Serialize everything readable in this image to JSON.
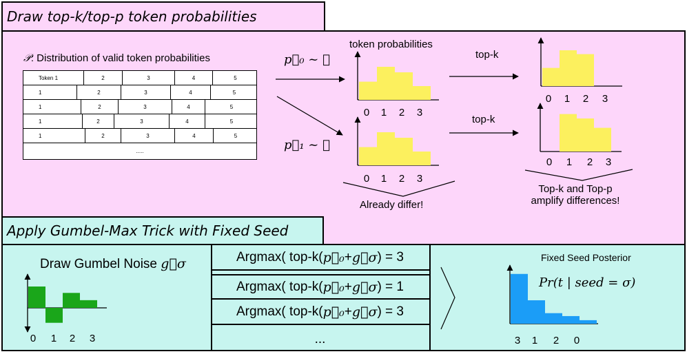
{
  "titles": {
    "top": "Draw top-k/top-p token probabilities",
    "bottom": "Apply Gumbel-Max Trick with Fixed Seed"
  },
  "distribution_label": {
    "symbol": "𝒫",
    "text": ":  Distribution of valid token probabilities"
  },
  "token_table": {
    "header": [
      "Token 1",
      "2",
      "3",
      "4",
      "5"
    ],
    "rows": [
      [
        "1",
        "2",
        "3",
        "4",
        "5"
      ],
      [
        "1",
        "2",
        "3",
        "4",
        "5"
      ],
      [
        "1",
        "2",
        "3",
        "4",
        "5"
      ],
      [
        "1",
        "2",
        "3",
        "4",
        "5"
      ]
    ],
    "ellipsis": "....."
  },
  "samples": {
    "p0": "p⃗₀ ~ 𝒫",
    "p1": "p⃗₁ ~ 𝒫"
  },
  "labels": {
    "token_probabilities": "token probabilities",
    "topk_upper": "top-k",
    "topk_lower": "top-k",
    "already_differ": "Already differ!",
    "amplify_line1": "Top-k and Top-p",
    "amplify_line2": "amplify differences!",
    "gumbel_noise": "Draw Gumbel Noise",
    "gumbel_symbol": "g⃗σ",
    "posterior_title": "Fixed Seed Posterior",
    "posterior_formula": "Pr(t | seed = σ)"
  },
  "argmax_rows": [
    {
      "prefix": "Argmax( top-k(",
      "p": "p⃗₀",
      "plus": " + ",
      "g": "g⃗σ",
      "suffix": ") = 3"
    },
    {
      "prefix": "Argmax( top-k(",
      "p": "p⃗₀",
      "plus": " + ",
      "g": "g⃗σ",
      "suffix": ") = 1"
    },
    {
      "prefix": "Argmax( top-k(",
      "p": "p⃗₀",
      "plus": " + ",
      "g": "g⃗σ",
      "suffix": ") = 3"
    }
  ],
  "argmax_ellipsis": "...",
  "colors": {
    "pink": "#fdd6fa",
    "cyan": "#c7f5ef",
    "yellow": "#fcf05e",
    "green": "#1aa61a",
    "blue": "#1b9df7"
  },
  "chart_data": [
    {
      "type": "bar",
      "name": "p0",
      "categories": [
        "0",
        "1",
        "2",
        "3"
      ],
      "values": [
        0.33,
        0.6,
        0.5,
        0.25
      ]
    },
    {
      "type": "bar",
      "name": "p1",
      "categories": [
        "0",
        "1",
        "2",
        "3"
      ],
      "values": [
        0.33,
        0.6,
        0.5,
        0.25
      ]
    },
    {
      "type": "bar",
      "name": "p0-topk",
      "categories": [
        "0",
        "1",
        "2",
        "3"
      ],
      "values": [
        0.33,
        0.65,
        0.58,
        0
      ]
    },
    {
      "type": "bar",
      "name": "p1-topk",
      "categories": [
        "0",
        "1",
        "2",
        "3"
      ],
      "values": [
        0,
        0.68,
        0.6,
        0.43
      ]
    },
    {
      "type": "bar",
      "name": "gumbel",
      "categories": [
        "0",
        "1",
        "2",
        "3"
      ],
      "values": [
        0.5,
        -0.35,
        0.35,
        0.18
      ]
    },
    {
      "type": "bar",
      "name": "posterior",
      "categories": [
        "3",
        "1",
        "2",
        "0"
      ],
      "values": [
        0.85,
        0.4,
        0.18,
        0.13,
        0.06
      ]
    }
  ]
}
